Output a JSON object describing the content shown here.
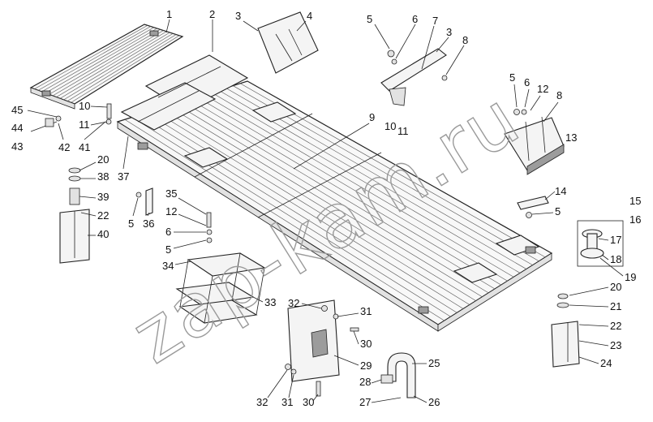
{
  "callouts": {
    "c1": "1",
    "c2": "2",
    "c3a": "3",
    "c4": "4",
    "c5a": "5",
    "c6a": "6",
    "c7": "7",
    "c3b": "3",
    "c8a": "8",
    "c5b": "5",
    "c6b": "6",
    "c12a": "12",
    "c8b": "8",
    "c13": "13",
    "c9": "9",
    "c10a": "10",
    "c11a": "11",
    "c45": "45",
    "c10b": "10",
    "c44": "44",
    "c11b": "11",
    "c43": "43",
    "c42": "42",
    "c41": "41",
    "c20a": "20",
    "c38": "38",
    "c37": "37",
    "c39": "39",
    "c22a": "22",
    "c40": "40",
    "c35": "35",
    "c12b": "12",
    "c6c": "6",
    "c5c": "5",
    "c5d": "5",
    "c36": "36",
    "c34": "34",
    "c33": "33",
    "c14": "14",
    "c5e": "5",
    "c15": "15",
    "c16": "16",
    "c17": "17",
    "c18": "18",
    "c19": "19",
    "c20b": "20",
    "c21": "21",
    "c22b": "22",
    "c23": "23",
    "c24": "24",
    "c32a": "32",
    "c31a": "31",
    "c30a": "30",
    "c29": "29",
    "c25": "25",
    "c28": "28",
    "c32b": "32",
    "c31b": "31",
    "c30b": "30",
    "c27": "27",
    "c26": "26"
  },
  "watermark": {
    "text": "zap-kam.ru"
  }
}
